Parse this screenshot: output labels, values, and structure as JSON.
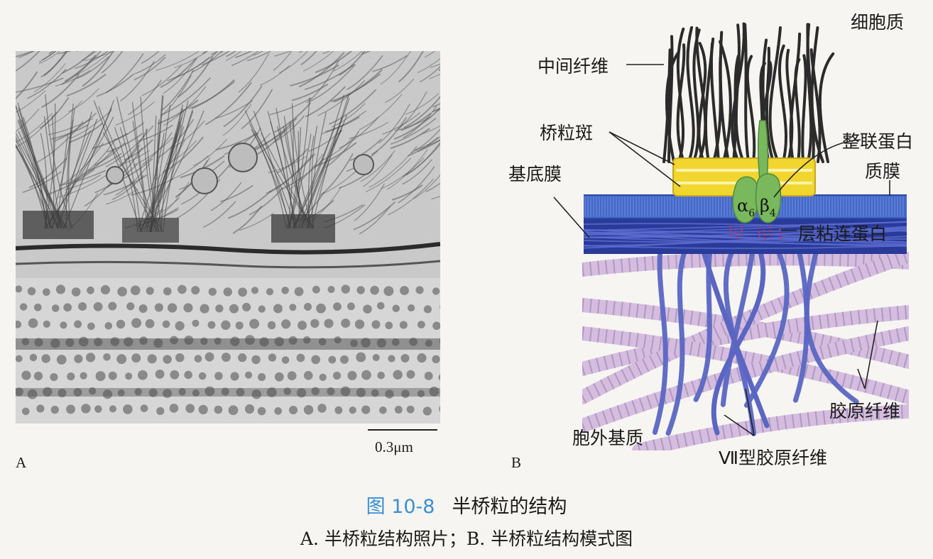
{
  "figure": {
    "number": "图 10-8",
    "title": "半桥粒的结构",
    "subcaption": "A. 半桥粒结构照片；B. 半桥粒结构模式图"
  },
  "photo": {
    "panel_letter": "A",
    "scale_bar": "0.3μm"
  },
  "diagram": {
    "panel_letter": "B",
    "labels": {
      "cytoplasm": "细胞质",
      "intermediate_filament": "中间纤维",
      "hemidesmosome_plaque": "桥粒斑",
      "integrin": "整联蛋白",
      "plasma_membrane": "质膜",
      "basement_membrane": "基底膜",
      "laminin": "层粘连蛋白",
      "collagen_fiber": "胶原纤维",
      "extracellular_matrix": "胞外基质",
      "type7_collagen": "Ⅶ型胶原纤维"
    },
    "integrin_subunits": {
      "alpha": "α",
      "alpha_sub": "6",
      "beta": "β",
      "beta_sub": "4"
    },
    "colors": {
      "filament": "#2b2b2b",
      "plaque": "#f2d630",
      "integrin": "#79b85c",
      "membrane": "#3f66c2",
      "basal_lamina": "#23318a",
      "laminin": "#d0304a",
      "collagen_vii": "#5a66c2",
      "collagen_fiber": "#d6bde0",
      "caption_number": "#3a8fd6"
    }
  }
}
